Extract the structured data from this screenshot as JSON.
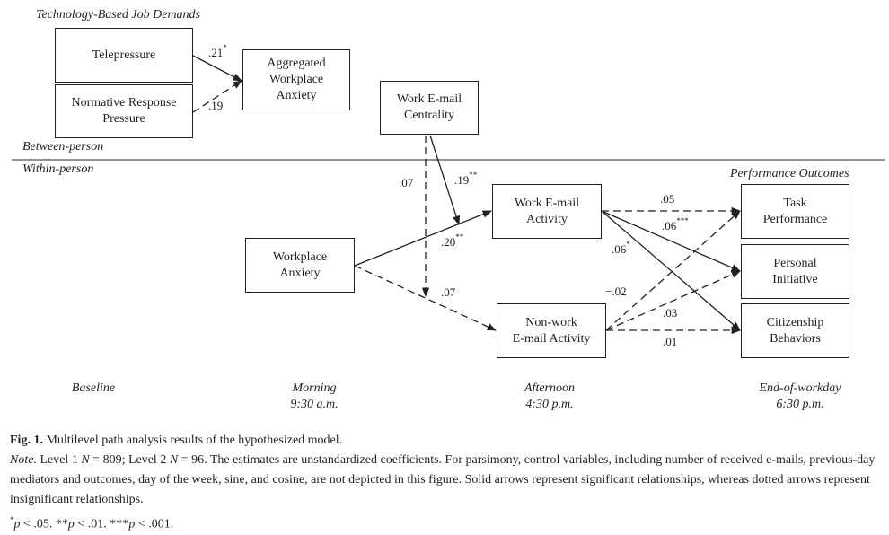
{
  "group_labels": {
    "tech_demands": "Technology-Based Job Demands",
    "between_person": "Between-person",
    "within_person": "Within-person",
    "performance_outcomes": "Performance Outcomes"
  },
  "nodes": {
    "telepressure": "Telepressure",
    "normative_response_pressure": "Normative Response\nPressure",
    "aggregated_workplace_anxiety": "Aggregated\nWorkplace\nAnxiety",
    "work_email_centrality": "Work E-mail\nCentrality",
    "workplace_anxiety": "Workplace\nAnxiety",
    "work_email_activity": "Work E-mail\nActivity",
    "nonwork_email_activity": "Non-work\nE-mail Activity",
    "task_performance": "Task\nPerformance",
    "personal_initiative": "Personal\nInitiative",
    "citizenship_behaviors": "Citizenship\nBehaviors"
  },
  "paths": [
    {
      "id": "tele_to_agg",
      "from": "telepressure",
      "to": "aggregated_workplace_anxiety",
      "coef": ".21",
      "sig": "*",
      "significant": true
    },
    {
      "id": "norm_to_agg",
      "from": "normative_response_pressure",
      "to": "aggregated_workplace_anxiety",
      "coef": ".19",
      "sig": "",
      "significant": false
    },
    {
      "id": "cent_mod_work",
      "from": "work_email_centrality",
      "to": "workplace_anxiety→work_email_activity",
      "coef": ".19",
      "sig": "**",
      "significant": true
    },
    {
      "id": "cent_mod_nonwork",
      "from": "work_email_centrality",
      "to": "workplace_anxiety→nonwork_email_activity",
      "coef": ".07",
      "sig": "",
      "significant": false
    },
    {
      "id": "anx_to_work",
      "from": "workplace_anxiety",
      "to": "work_email_activity",
      "coef": ".20",
      "sig": "**",
      "significant": true
    },
    {
      "id": "anx_to_nonwork",
      "from": "workplace_anxiety",
      "to": "nonwork_email_activity",
      "coef": ".07",
      "sig": "",
      "significant": false
    },
    {
      "id": "work_to_task",
      "from": "work_email_activity",
      "to": "task_performance",
      "coef": ".05",
      "sig": "",
      "significant": false
    },
    {
      "id": "work_to_init",
      "from": "work_email_activity",
      "to": "personal_initiative",
      "coef": ".06",
      "sig": "***",
      "significant": true
    },
    {
      "id": "work_to_cit",
      "from": "work_email_activity",
      "to": "citizenship_behaviors",
      "coef": ".06",
      "sig": "*",
      "significant": true
    },
    {
      "id": "nonwork_to_task",
      "from": "nonwork_email_activity",
      "to": "task_performance",
      "coef": "−.02",
      "sig": "",
      "significant": false
    },
    {
      "id": "nonwork_to_init",
      "from": "nonwork_email_activity",
      "to": "personal_initiative",
      "coef": ".03",
      "sig": "",
      "significant": false
    },
    {
      "id": "nonwork_to_cit",
      "from": "nonwork_email_activity",
      "to": "citizenship_behaviors",
      "coef": ".01",
      "sig": "",
      "significant": false
    }
  ],
  "timepoints": {
    "baseline": "Baseline",
    "morning": "Morning\n9:30 a.m.",
    "afternoon": "Afternoon\n4:30 p.m.",
    "end_of_workday": "End-of-workday\n6:30 p.m."
  },
  "caption": {
    "fig_label": "Fig. 1.",
    "title": "Multilevel path analysis results of the hypothesized model.",
    "note_label": "Note.",
    "note_text_1": "Level 1 ",
    "n_symbol": "N",
    "note_text_2": " = 809; Level 2 ",
    "note_text_3": " = 96. The estimates are unstandardized coefficients. For parsimony, control variables, including number of received e-mails, previous-day mediators and outcomes, day of the week, sine, and cosine, are not depicted in this figure. Solid arrows represent significant relationships, whereas dotted arrows represent insignificant relationships.",
    "sig_legend_1": "*",
    "p": "p",
    "sig_legend_1b": " < .05. **",
    "sig_legend_2b": " < .01. ***",
    "sig_legend_3b": " < .001."
  }
}
